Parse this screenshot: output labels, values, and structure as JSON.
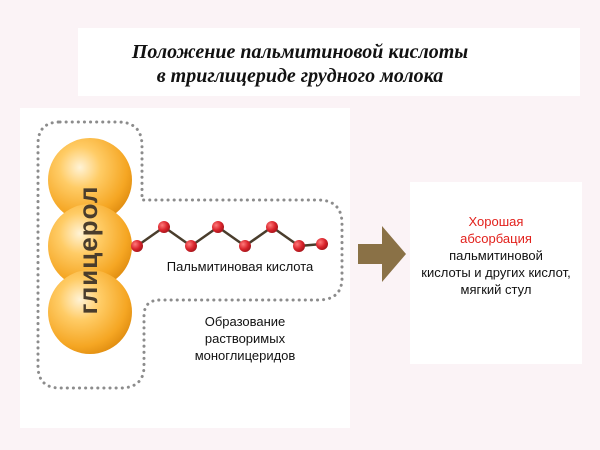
{
  "title": {
    "line1": "Положение пальмитиновой кислоты",
    "line2": "в триглицериде грудного молока"
  },
  "glycerol": {
    "label": "глицерол"
  },
  "fatty_acid": {
    "label": "Пальмитиновая кислота"
  },
  "monoglycerides": {
    "line1": "Образование",
    "line2": "растворимых",
    "line3": "моноглицеридов"
  },
  "result": {
    "highlight_line1": "Хорошая",
    "highlight_line2": "абсорбация",
    "line3": "пальмитиновой",
    "line4": "кислоты и других кислот,",
    "line5": "мягкий стул"
  },
  "colors": {
    "background": "#fbf3f6",
    "sphere": "#f5a623",
    "atom": "#d9232b",
    "bond": "#4a3d2c",
    "arrow": "#8a7146",
    "dots": "#8c8c8c",
    "highlight_text": "#e2211c"
  },
  "icons": {
    "arrow": "right-arrow-icon"
  }
}
